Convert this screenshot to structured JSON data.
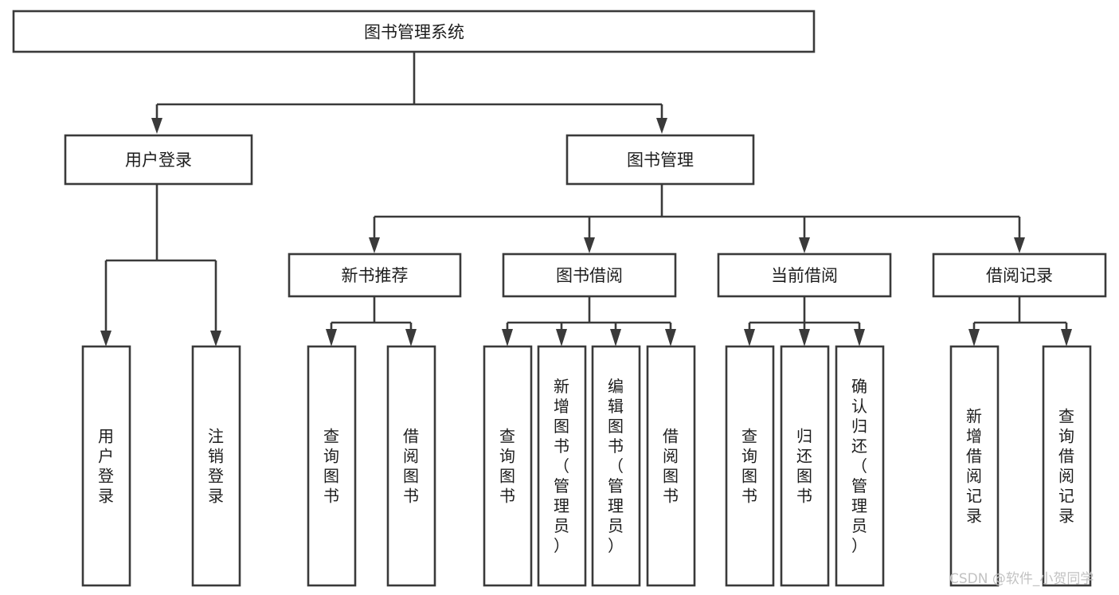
{
  "diagram": {
    "title": "图书管理系统",
    "type": "tree-hierarchy",
    "background_color": "#ffffff",
    "stroke_color": "#3a3a3a",
    "text_color": "#1d1d1d"
  },
  "watermark": {
    "text": "CSDN @软件_小贺同学",
    "color": "#c2c2c2"
  },
  "nodes": {
    "root": {
      "label": "图书管理系统"
    },
    "level2": [
      {
        "label": "用户登录"
      },
      {
        "label": "图书管理"
      }
    ],
    "level3": [
      {
        "label": "新书推荐"
      },
      {
        "label": "图书借阅"
      },
      {
        "label": "当前借阅"
      },
      {
        "label": "借阅记录"
      }
    ],
    "leaves": {
      "user_login": [
        {
          "label": "用户登录"
        },
        {
          "label": "注销登录"
        }
      ],
      "new_book": [
        {
          "label": "查询图书"
        },
        {
          "label": "借阅图书"
        }
      ],
      "book_borrow": [
        {
          "label": "查询图书"
        },
        {
          "label": "新增图书（管理员）"
        },
        {
          "label": "编辑图书（管理员）"
        },
        {
          "label": "借阅图书"
        }
      ],
      "current_borrow": [
        {
          "label": "查询图书"
        },
        {
          "label": "归还图书"
        },
        {
          "label": "确认归还（管理员）"
        }
      ],
      "borrow_record": [
        {
          "label": "新增借阅记录"
        },
        {
          "label": "查询借阅记录"
        }
      ]
    }
  },
  "chart_data": {
    "type": "table",
    "title": "图书管理系统",
    "tree": [
      {
        "name": "图书管理系统",
        "children": [
          {
            "name": "用户登录",
            "children": [
              {
                "name": "用户登录"
              },
              {
                "name": "注销登录"
              }
            ]
          },
          {
            "name": "图书管理",
            "children": [
              {
                "name": "新书推荐",
                "children": [
                  {
                    "name": "查询图书"
                  },
                  {
                    "name": "借阅图书"
                  }
                ]
              },
              {
                "name": "图书借阅",
                "children": [
                  {
                    "name": "查询图书"
                  },
                  {
                    "name": "新增图书（管理员）"
                  },
                  {
                    "name": "编辑图书（管理员）"
                  },
                  {
                    "name": "借阅图书"
                  }
                ]
              },
              {
                "name": "当前借阅",
                "children": [
                  {
                    "name": "查询图书"
                  },
                  {
                    "name": "归还图书"
                  },
                  {
                    "name": "确认归还（管理员）"
                  }
                ]
              },
              {
                "name": "借阅记录",
                "children": [
                  {
                    "name": "新增借阅记录"
                  },
                  {
                    "name": "查询借阅记录"
                  }
                ]
              }
            ]
          }
        ]
      }
    ]
  }
}
